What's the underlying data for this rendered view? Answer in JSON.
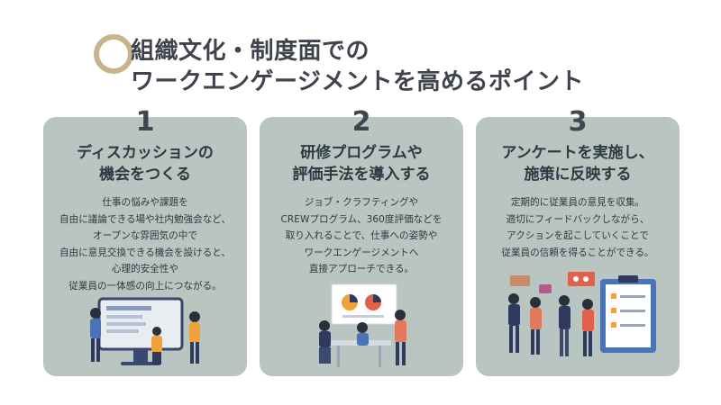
{
  "title": {
    "line1": "組織文化・制度面での",
    "line2": "ワークエンゲージメントを高めるポイント"
  },
  "cards": [
    {
      "number": "1",
      "heading_line1": "ディスカッションの",
      "heading_line2": "機会をつくる",
      "body": [
        "仕事の悩みや課題を",
        "自由に議論できる場や社内勉強会など、",
        "オープンな雰囲気の中で",
        "自由に意見交換できる機会を設けると、",
        "心理的安全性や",
        "従業員の一体感の向上につながる。"
      ]
    },
    {
      "number": "2",
      "heading_line1": "研修プログラムや",
      "heading_line2": "評価手法を導入する",
      "body": [
        "ジョブ・クラフティングや",
        "CREWプログラム、360度評価などを",
        "取り入れることで、仕事への姿勢や",
        "ワークエンゲージメントへ",
        "直接アプローチできる。"
      ]
    },
    {
      "number": "3",
      "heading_line1": "アンケートを実施し、",
      "heading_line2": "施策に反映する",
      "body": [
        "定期的に従業員の意見を収集。",
        "適切にフィードバックしながら、",
        "アクションを起こしていくことで",
        "従業員の信頼を得ることができる。"
      ]
    }
  ],
  "colors": {
    "card_bg": "#b8c5c1",
    "accent_circle": "#c7b489",
    "title_text": "#3f434b",
    "illustration_orange": "#f2a23a",
    "illustration_navy": "#2f3a5c"
  },
  "icons": [
    "discussion-illustration",
    "training-illustration",
    "survey-illustration"
  ]
}
